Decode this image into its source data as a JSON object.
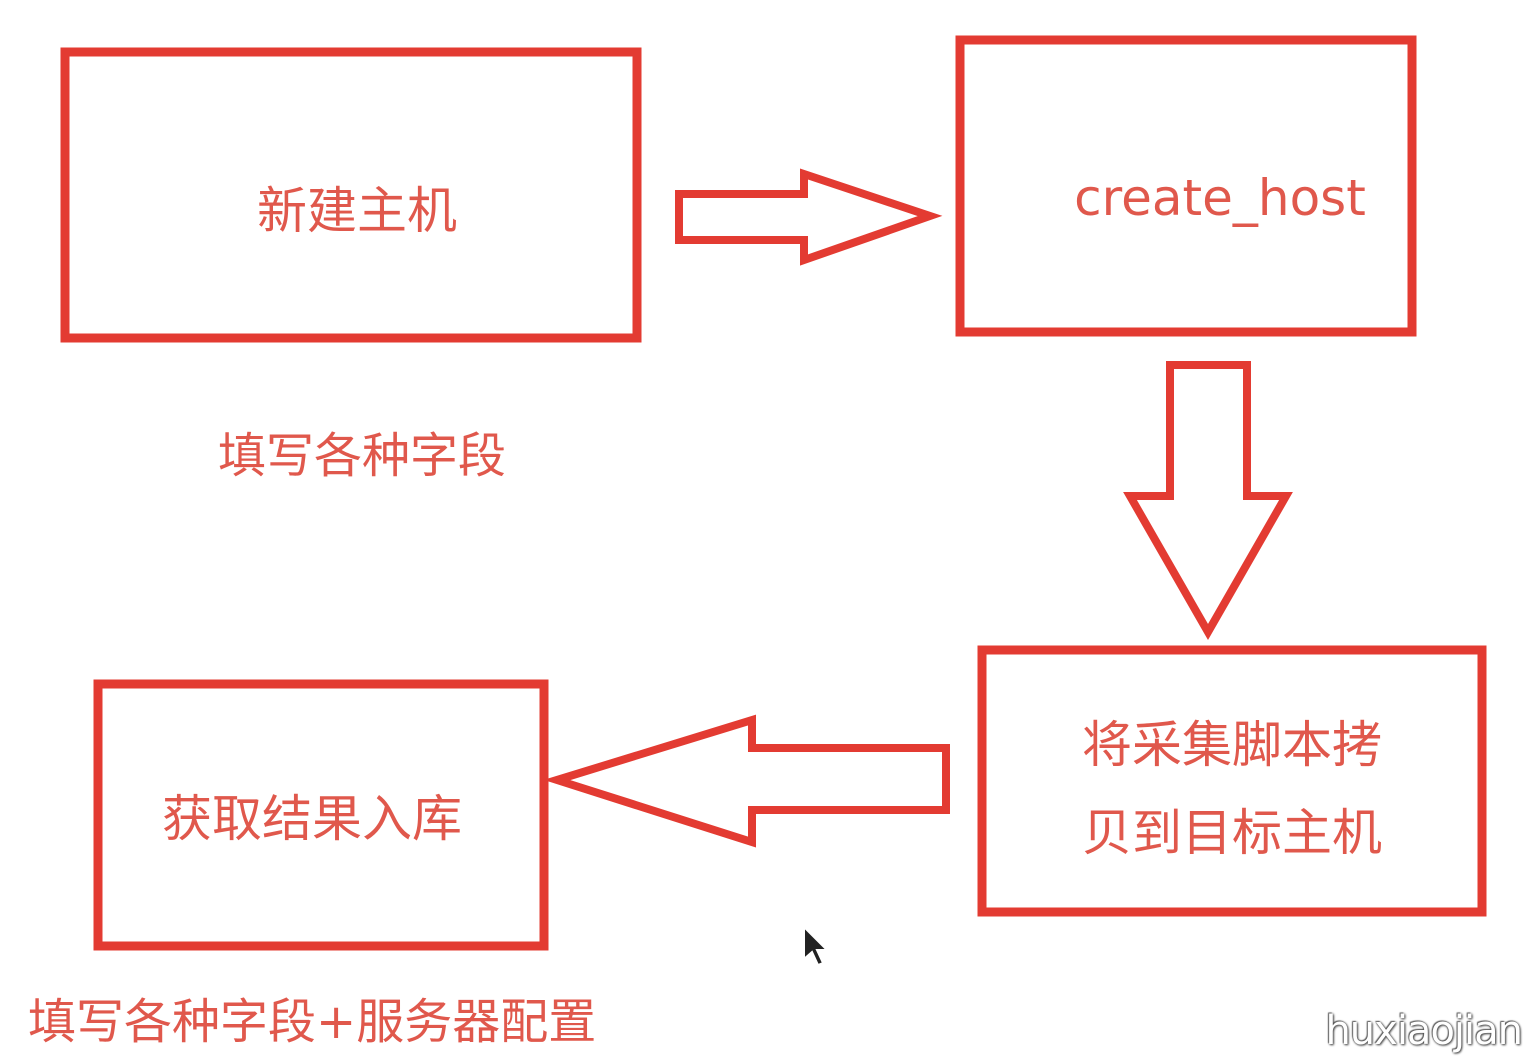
{
  "colors": {
    "stroke": "#e33b32",
    "text": "#e0584c",
    "background": "#ffffff"
  },
  "nodes": [
    {
      "id": "new-host",
      "lines": [
        "新建主机"
      ]
    },
    {
      "id": "create-host",
      "lines": [
        "create_host"
      ]
    },
    {
      "id": "copy-script",
      "lines": [
        "将采集脚本拷",
        "贝到目标主机"
      ]
    },
    {
      "id": "store-result",
      "lines": [
        "获取结果入库"
      ]
    }
  ],
  "notes": {
    "fill_fields": "填写各种字段",
    "fill_fields_server": "填写各种字段+服务器配置"
  },
  "edges": [
    {
      "from": "new-host",
      "to": "create-host",
      "direction": "right"
    },
    {
      "from": "create-host",
      "to": "copy-script",
      "direction": "down"
    },
    {
      "from": "copy-script",
      "to": "store-result",
      "direction": "left"
    }
  ],
  "watermark": "huxiaojian"
}
